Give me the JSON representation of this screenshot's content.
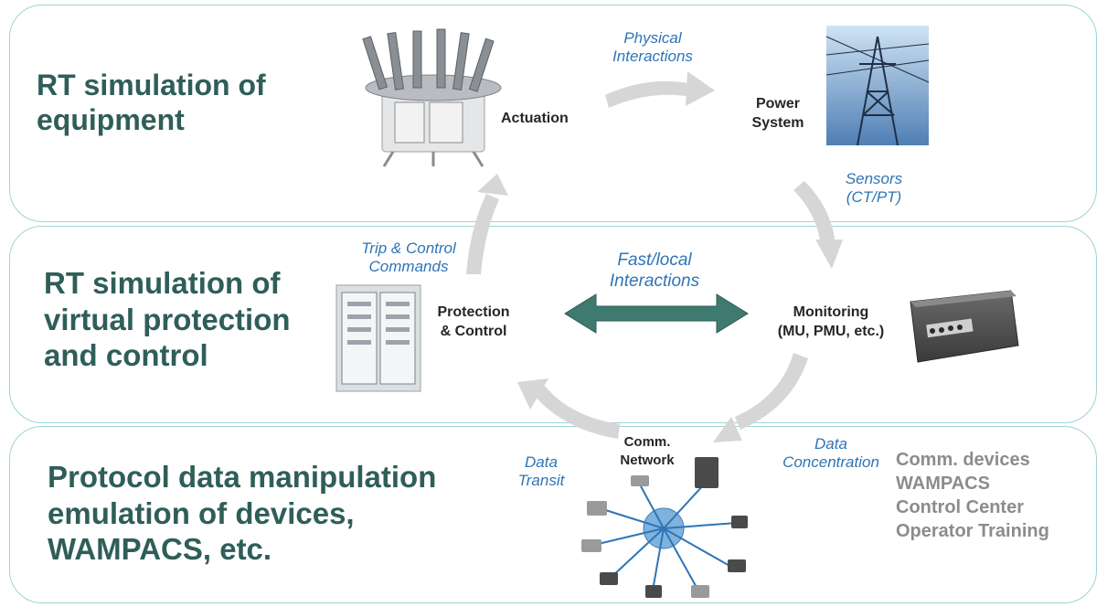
{
  "bands": {
    "equipment": {
      "title_lines": [
        "RT simulation of",
        "equipment"
      ]
    },
    "protection": {
      "title_lines": [
        "RT simulation of",
        "virtual protection",
        "and control"
      ]
    },
    "protocol": {
      "title_lines": [
        "Protocol data manipulation",
        "emulation of devices,",
        "WAMPACS, etc."
      ]
    }
  },
  "nodes": {
    "actuation": "Actuation",
    "power_system": [
      "Power",
      "System"
    ],
    "protection_control": [
      "Protection",
      "& Control"
    ],
    "monitoring": [
      "Monitoring",
      "(MU, PMU, etc.)"
    ],
    "comm_network": [
      "Comm.",
      "Network"
    ]
  },
  "interactions": {
    "physical": [
      "Physical",
      "Interactions"
    ],
    "sensors": [
      "Sensors",
      "(CT/PT)"
    ],
    "trip_control": [
      "Trip & Control",
      "Commands"
    ],
    "fast_local": [
      "Fast/local",
      "Interactions"
    ],
    "data_transit": [
      "Data",
      "Transit"
    ],
    "data_concentration": [
      "Data",
      "Concentration"
    ]
  },
  "comm_devices": [
    "Comm. devices",
    "WAMPACS",
    "Control Center",
    "Operator Training"
  ],
  "colors": {
    "band_border": "#9fd3d4",
    "title": "#2f5e59",
    "italic_label": "#2e75b6",
    "cycle_arrow": "#d6d6d6",
    "double_arrow": "#3f7a70",
    "gray_text": "#8c8c8c"
  }
}
